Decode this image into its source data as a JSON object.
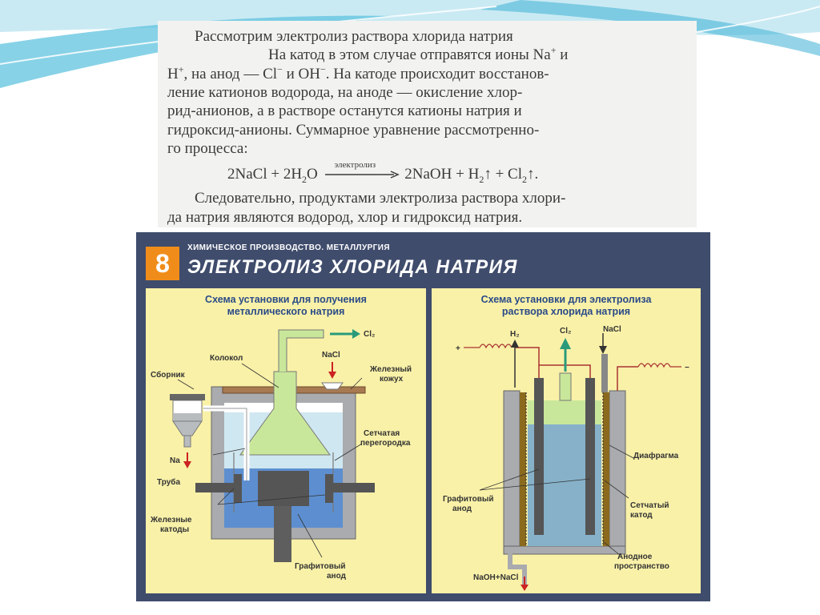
{
  "textbook": {
    "line1": "Рассмотрим электролиз раствора хлорида натрия",
    "line2_pre": "На катод в этом случае отправятся ионы Na",
    "line2_sup": "+",
    "line2_post": " и",
    "line3_a": "H",
    "line3_sup1": "+",
    "line3_b": ", на анод — Cl",
    "line3_sup2": "−",
    "line3_c": " и OH",
    "line3_sup3": "−",
    "line3_d": ". На катоде происходит восстанов-",
    "line4": "ление катионов водорода, на аноде — окисление хлор-",
    "line5": "рид-анионов, а в растворе останутся катионы натрия и",
    "line6": "гидроксид-анионы. Суммарное уравнение рассмотренно-",
    "line7": "го процесса:",
    "equation": {
      "left_a": "2NaCl + 2H",
      "left_sub": "2",
      "left_b": "O",
      "arrow_label": "электролиз",
      "right_a": "2NaOH + H",
      "right_sub1": "2",
      "right_b": "↑ + Cl",
      "right_sub2": "2",
      "right_c": "↑."
    },
    "line8": "Следовательно, продуктами электролиза раствора хлори-",
    "line9": "да натрия являются водород, хлор и гидроксид натрия."
  },
  "card": {
    "number": "8",
    "subtitle": "ХИМИЧЕСКОЕ ПРОИЗВОДСТВО. МЕТАЛЛУРГИЯ",
    "title": "ЭЛЕКТРОЛИЗ ХЛОРИДА НАТРИЯ"
  },
  "left_panel": {
    "title_line1": "Схема установки для получения",
    "title_line2": "металлического натрия",
    "labels": {
      "cl2": "Cl₂",
      "nacl": "NaCl",
      "kolokol": "Колокол",
      "sbornik": "Сборник",
      "zhelezny": "Железный",
      "kozhukh": "кожух",
      "setchataya": "Сетчатая",
      "peregorodka": "перегородка",
      "na": "Na",
      "truba": "Труба",
      "zhelezn_cat1": "Железные",
      "zhelezn_cat2": "катоды",
      "graf_anod1": "Графитовый",
      "graf_anod2": "анод"
    }
  },
  "right_panel": {
    "title_line1": "Схема установки для электролиза",
    "title_line2": "раствора хлорида натрия",
    "labels": {
      "h2": "H₂",
      "cl2": "Cl₂",
      "nacl": "NaCl",
      "plus": "+",
      "minus": "−",
      "diafragma": "Диафрагма",
      "graf_anod1": "Графитовый",
      "graf_anod2": "анод",
      "setch_katod1": "Сетчатый",
      "setch_katod2": "катод",
      "anodnoe1": "Анодное",
      "anodnoe2": "пространство",
      "naoh": "NaOH+NaCl"
    }
  },
  "colors": {
    "background": "#ffffff",
    "card": "#3f4c6c",
    "panel": "#f9f1a8",
    "accent": "#f08d1a",
    "title_blue": "#2a4a88",
    "arrow_red": "#cc2222",
    "arrow_green": "#2a9a7a"
  }
}
